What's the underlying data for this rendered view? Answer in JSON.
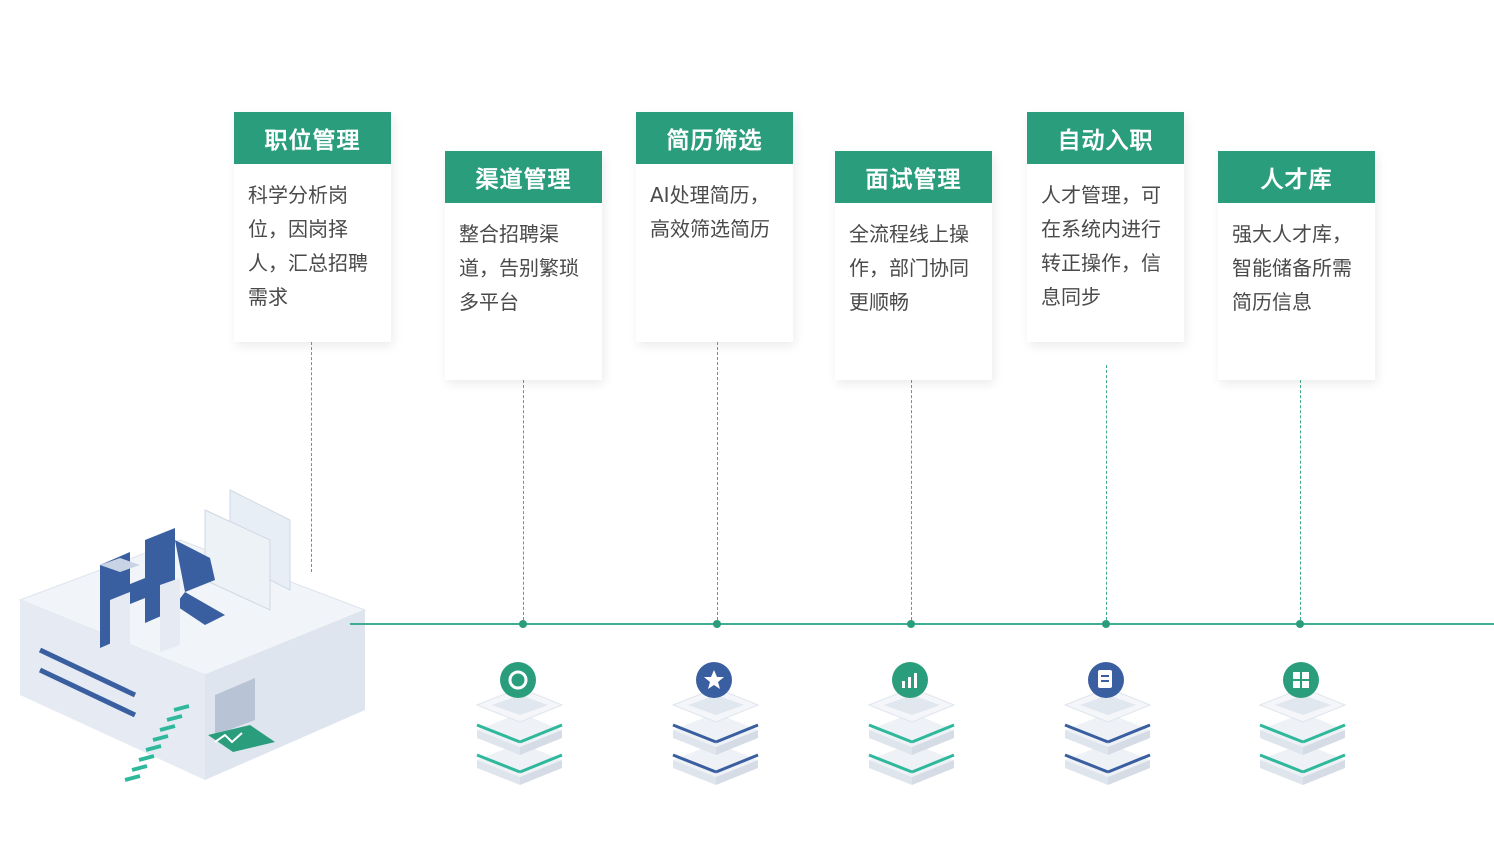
{
  "colors": {
    "accent": "#2a9e7c",
    "accent_alt": "#3a5fa0"
  },
  "stages": [
    {
      "title": "职位管理",
      "desc": "科学分析岗位，因岗择人，汇总招聘需求",
      "icon": "none",
      "icon_color": ""
    },
    {
      "title": "渠道管理",
      "desc": "整合招聘渠道，告别繁琐多平台",
      "icon": "refresh-icon",
      "icon_color": "teal"
    },
    {
      "title": "简历筛选",
      "desc": "AI处理简历，高效筛选简历",
      "icon": "star-icon",
      "icon_color": "blue"
    },
    {
      "title": "面试管理",
      "desc": "全流程线上操作，部门协同更顺畅",
      "icon": "chart-icon",
      "icon_color": "teal"
    },
    {
      "title": "自动入职",
      "desc": "人才管理，可在系统内进行转正操作，信息同步",
      "icon": "document-icon",
      "icon_color": "blue"
    },
    {
      "title": "人才库",
      "desc": "强大人才库，智能储备所需简历信息",
      "icon": "grid-icon",
      "icon_color": "teal"
    }
  ]
}
